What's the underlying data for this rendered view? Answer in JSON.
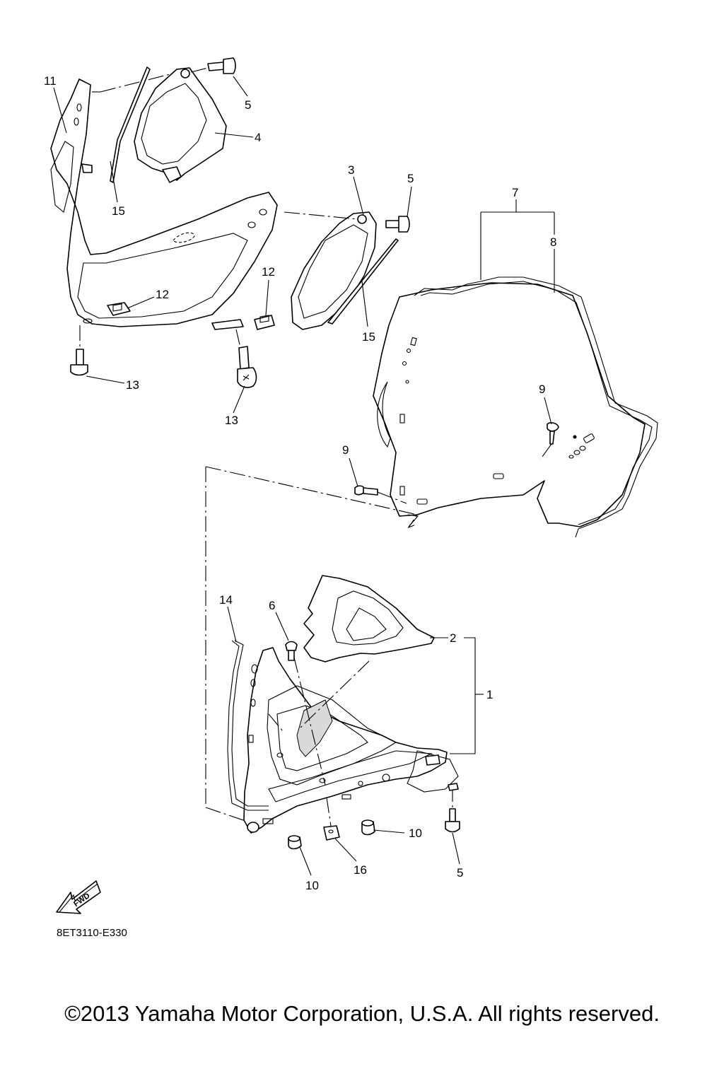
{
  "diagram_code": "8ET3110-E330",
  "fwd_label": "FWD",
  "copyright": "©2013 Yamaha Motor Corporation, U.S.A. All rights reserved.",
  "callouts": [
    "11",
    "5",
    "4",
    "15",
    "3",
    "5",
    "7",
    "8",
    "12",
    "12",
    "15",
    "13",
    "13",
    "9",
    "9",
    "14",
    "6",
    "2",
    "1",
    "10",
    "16",
    "5",
    "10"
  ]
}
